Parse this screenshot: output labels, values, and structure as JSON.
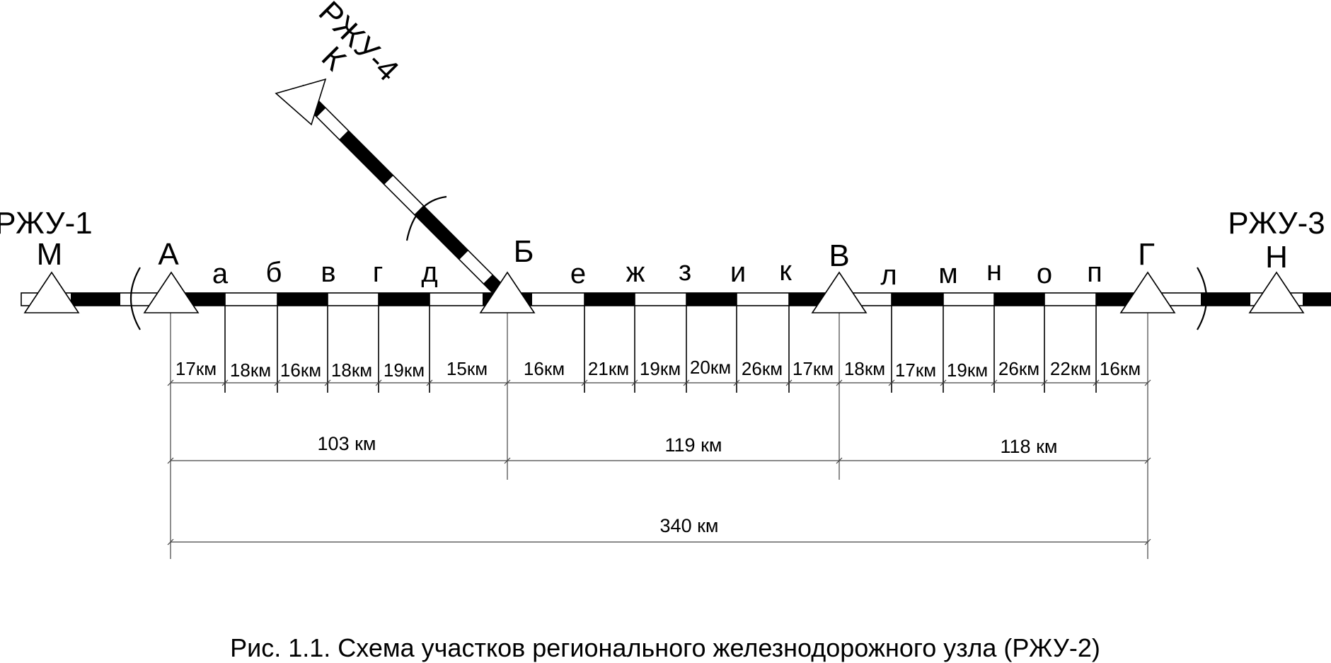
{
  "nodes": {
    "external_left": {
      "name": "РЖУ-1",
      "letter": "М"
    },
    "external_right": {
      "name": "РЖУ-3",
      "letter": "Н"
    },
    "external_branch": {
      "name": "РЖУ-4",
      "letter": "К"
    },
    "stations": [
      "А",
      "Б",
      "В",
      "Г"
    ],
    "stops": [
      "а",
      "б",
      "в",
      "г",
      "д",
      "е",
      "ж",
      "з",
      "и",
      "к",
      "л",
      "м",
      "н",
      "о",
      "п"
    ]
  },
  "segments": [
    "17км",
    "18км",
    "16км",
    "18км",
    "19км",
    "15км",
    "16км",
    "21км",
    "19км",
    "20км",
    "26км",
    "17км",
    "18км",
    "17км",
    "19км",
    "26км",
    "22км",
    "16км"
  ],
  "sections": [
    "103 км",
    "119 км",
    "118 км"
  ],
  "total": "340 км",
  "caption": "Рис. 1.1. Схема участков регионального железнодорожного узла (РЖУ-2)"
}
